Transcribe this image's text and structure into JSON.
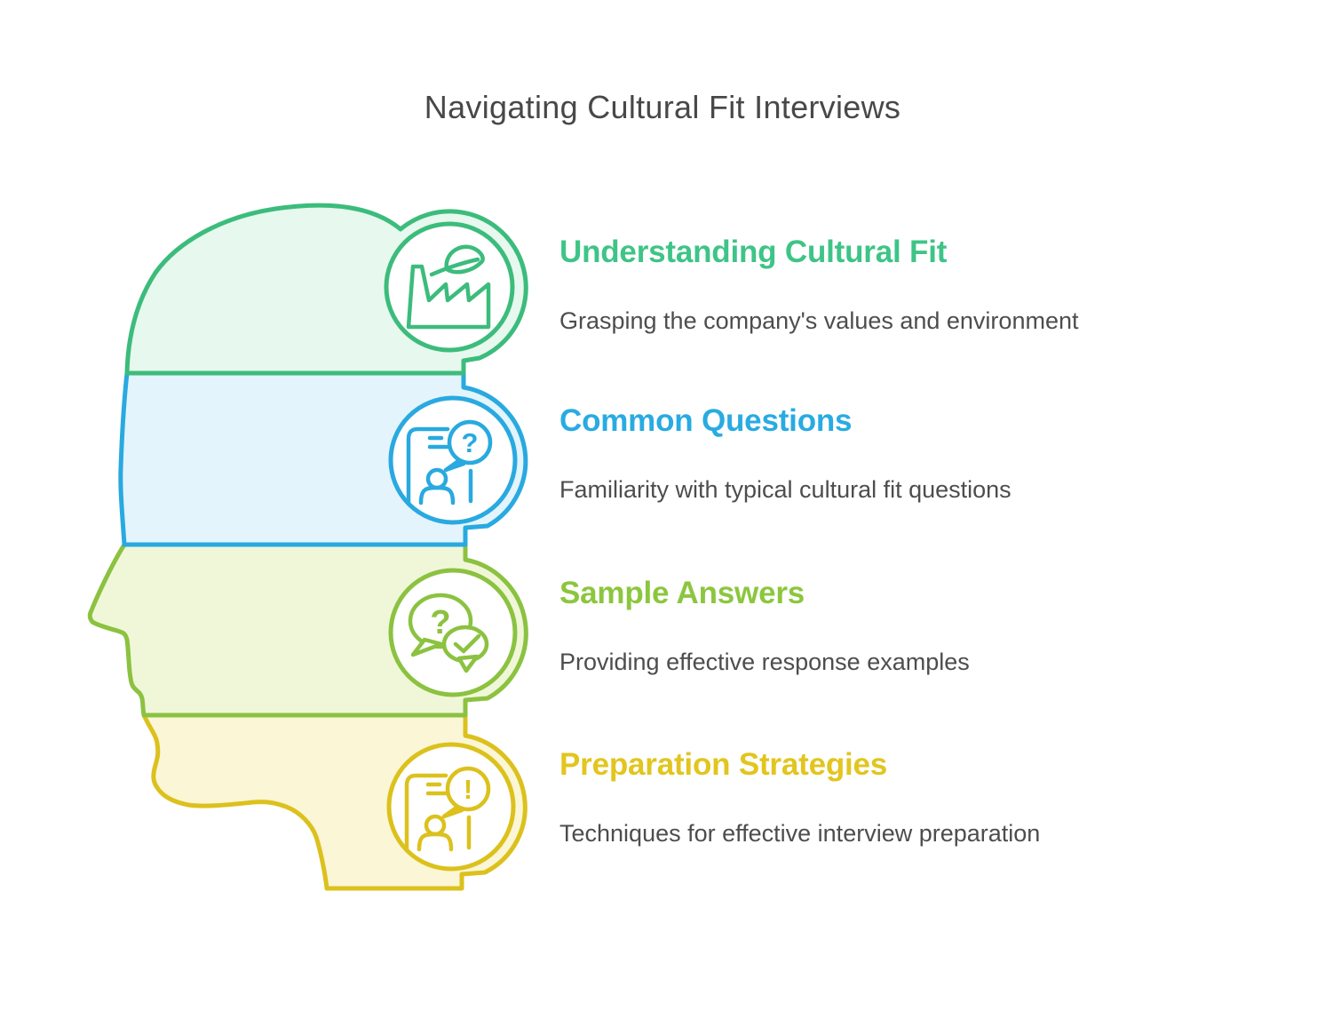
{
  "title": "Navigating Cultural Fit Interviews",
  "sections": [
    {
      "heading": "Understanding Cultural Fit",
      "description": "Grasping the company's values and environment",
      "color": "#3ec487",
      "icon": "eco-factory-icon"
    },
    {
      "heading": "Common Questions",
      "description": "Familiarity with typical cultural fit questions",
      "color": "#29abe2",
      "icon": "question-dialog-icon",
      "bubble_symbol": "?"
    },
    {
      "heading": "Sample Answers",
      "description": "Providing effective response examples",
      "color": "#8cc63e",
      "icon": "question-check-bubbles-icon",
      "bubble_symbol": "?"
    },
    {
      "heading": "Preparation Strategies",
      "description": "Techniques for effective interview preparation",
      "color": "#e2c51e",
      "icon": "alert-dialog-icon",
      "bubble_symbol": "!"
    }
  ],
  "head": {
    "bands": [
      {
        "label": "understanding-cultural-fit",
        "stroke": "#3cbc7c",
        "fill": "#e7f8ee"
      },
      {
        "label": "common-questions",
        "stroke": "#29a9e0",
        "fill": "#e3f4fc"
      },
      {
        "label": "sample-answers",
        "stroke": "#8bc240",
        "fill": "#f0f7d9"
      },
      {
        "label": "preparation-strategies",
        "stroke": "#dcc11d",
        "fill": "#fbf6d6"
      }
    ]
  }
}
